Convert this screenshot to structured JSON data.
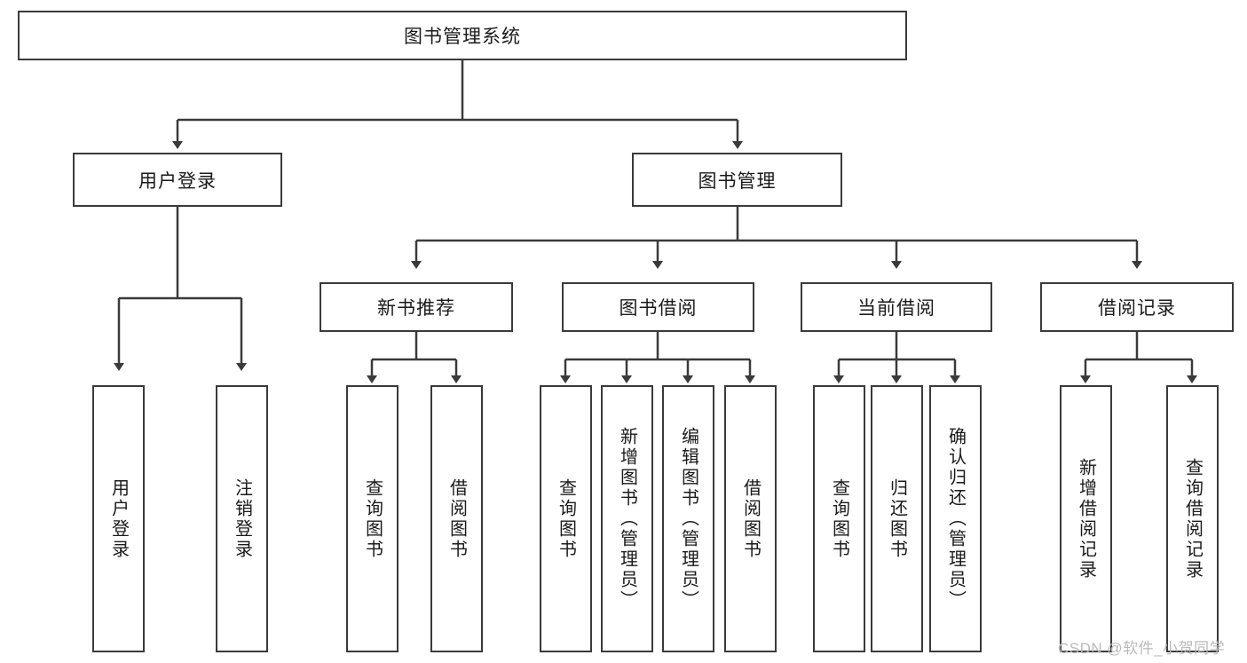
{
  "diagram": {
    "title": "图书管理系统",
    "type": "hierarchy-tree",
    "root": {
      "label": "图书管理系统"
    },
    "level1": [
      {
        "label": "用户登录"
      },
      {
        "label": "图书管理"
      }
    ],
    "level2": [
      {
        "label": "新书推荐"
      },
      {
        "label": "图书借阅"
      },
      {
        "label": "当前借阅"
      },
      {
        "label": "借阅记录"
      }
    ],
    "leaves": {
      "user_login": [
        {
          "label": "用户登录"
        },
        {
          "label": "注销登录"
        }
      ],
      "new_book_recommend": [
        {
          "label": "查询图书"
        },
        {
          "label": "借阅图书"
        }
      ],
      "book_borrow": [
        {
          "label": "查询图书"
        },
        {
          "label": "新增图书（管理员）"
        },
        {
          "label": "编辑图书（管理员）"
        },
        {
          "label": "借阅图书"
        }
      ],
      "current_borrow": [
        {
          "label": "查询图书"
        },
        {
          "label": "归还图书"
        },
        {
          "label": "确认归还（管理员）"
        }
      ],
      "borrow_record": [
        {
          "label": "新增借阅记录"
        },
        {
          "label": "查询借阅记录"
        }
      ]
    }
  },
  "watermark": {
    "text": "CSDN @软件_小贺同学"
  },
  "colors": {
    "border": "#3a3a3a",
    "box_fill": "#ffffff",
    "text": "#1a1a1a",
    "watermark": "#b9b9b9",
    "background": "#ffffff"
  }
}
